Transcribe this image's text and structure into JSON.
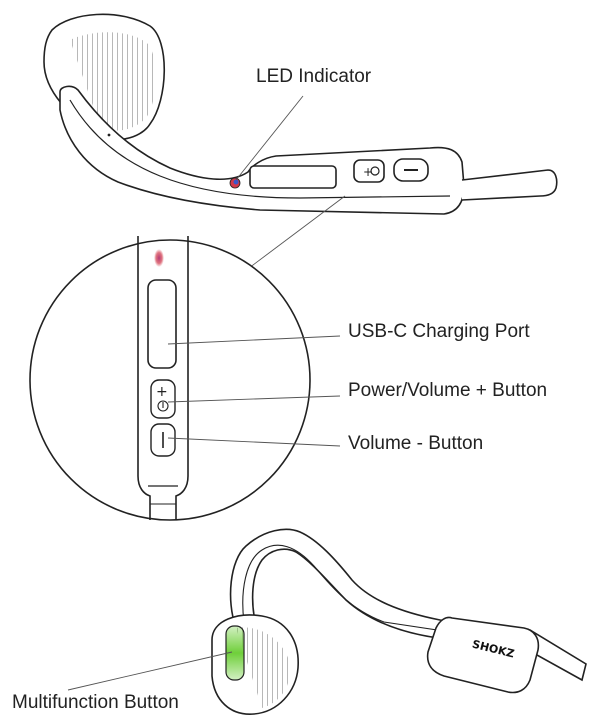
{
  "labels": {
    "led_indicator": "LED Indicator",
    "usb_c_port": "USB-C Charging Port",
    "power_volume_plus": "Power/Volume + Button",
    "volume_minus": "Volume - Button",
    "multifunction": "Multifunction Button"
  },
  "logo": "SHOKZ",
  "colors": {
    "outline": "#222222",
    "leader_line": "#555555",
    "led_red": "#d2394a",
    "led_blue": "#3a56c8",
    "multifunction_green": "#6fcf3a"
  }
}
